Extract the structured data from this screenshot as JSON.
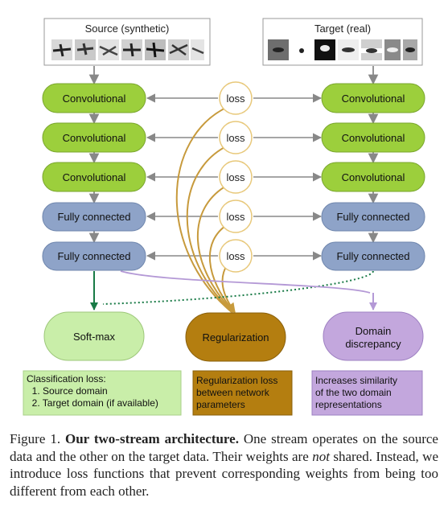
{
  "source": {
    "title": "Source (synthetic)"
  },
  "target": {
    "title": "Target (real)"
  },
  "layers": [
    {
      "label": "Convolutional",
      "kind": "conv"
    },
    {
      "label": "Convolutional",
      "kind": "conv"
    },
    {
      "label": "Convolutional",
      "kind": "conv"
    },
    {
      "label": "Fully connected",
      "kind": "fc"
    },
    {
      "label": "Fully connected",
      "kind": "fc"
    }
  ],
  "loss_label": "loss",
  "outputs": {
    "softmax": "Soft-max",
    "regularization": "Regularization",
    "domain_line1": "Domain",
    "domain_line2": "discrepancy"
  },
  "notes": {
    "classification": [
      "Classification loss:",
      "  1. Source domain",
      "  2. Target domain (if available)"
    ],
    "regularization": [
      "Regularization loss",
      "between network",
      "parameters"
    ],
    "domain": [
      "Increases similarity",
      "of the two domain",
      "representations"
    ]
  },
  "caption": {
    "prefix": "Figure 1. ",
    "bold": "Our two-stream architecture.",
    "part1": " One stream operates on the source data and the other on the target data. Their weights are ",
    "italic": "not",
    "part2": " shared. Instead, we introduce loss functions that prevent corresponding weights from being too different from each other."
  },
  "colors": {
    "conv": "#9ccf3c",
    "fc": "#8ea3c8",
    "softmax": "#c9eea9",
    "regularization": "#b47e10",
    "domain": "#c3a7dd",
    "reg_curve": "#c79a3c",
    "reg_circle": "#e8c87a",
    "green_arrow": "#187a46",
    "purple_arrow": "#b499d6"
  }
}
